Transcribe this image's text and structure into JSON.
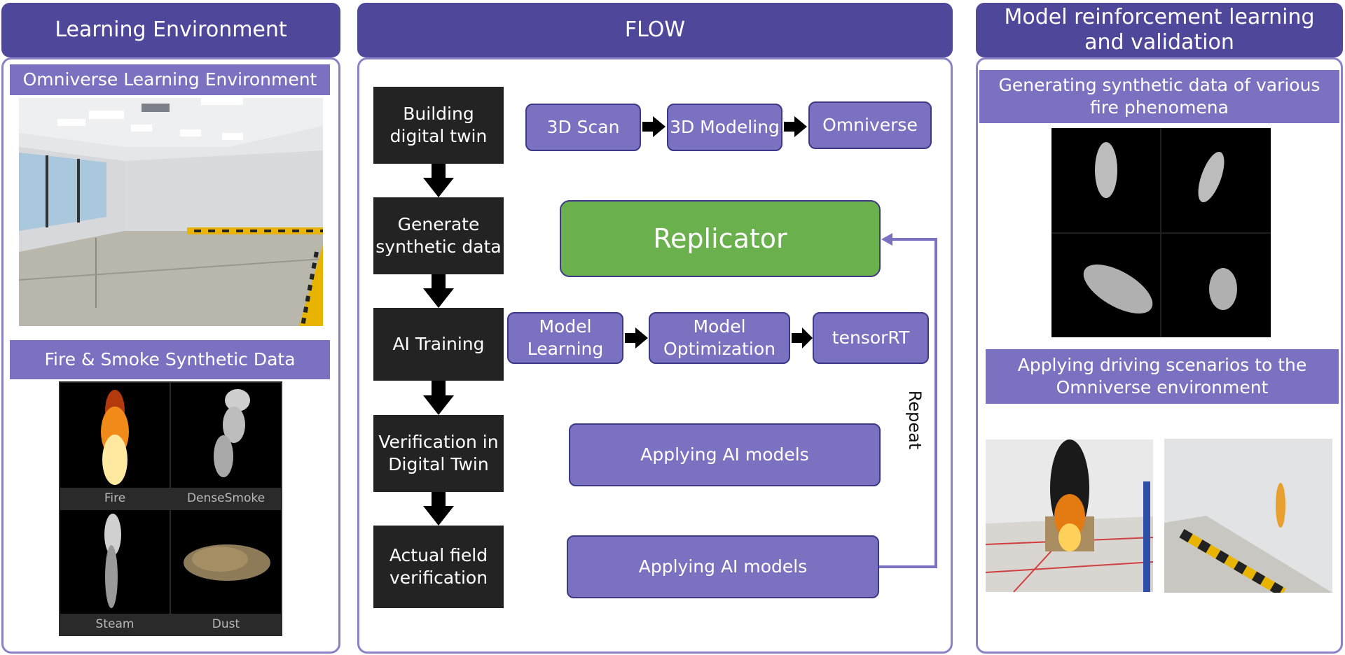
{
  "left": {
    "header": "Learning Environment",
    "env_title": "Omniverse Learning Environment",
    "synthetic_title": "Fire & Smoke Synthetic Data",
    "thumbnails": [
      "Fire",
      "DenseSmoke",
      "Steam",
      "Dust"
    ]
  },
  "flow": {
    "header": "FLOW",
    "steps": [
      "Building digital twin",
      "Generate synthetic data",
      "AI Training",
      "Verification in Digital Twin",
      "Actual field verification"
    ],
    "twin_chain": [
      "3D Scan",
      "3D Modeling",
      "Omniverse"
    ],
    "replicator": "Replicator",
    "training_chain": [
      "Model Learning",
      "Model Optimization",
      "tensorRT"
    ],
    "apply_twin": "Applying AI models",
    "apply_field": "Applying AI models",
    "repeat_label": "Repeat"
  },
  "right": {
    "header": "Model reinforcement learning and validation",
    "synthetic_title": "Generating synthetic data of various fire phenomena",
    "scenario_title": "Applying driving scenarios to the Omniverse environment"
  },
  "colors": {
    "header_bg": "#4f4799",
    "accent": "#7a72c0",
    "step_bg": "#232323",
    "replicator": "#6ab04c"
  }
}
